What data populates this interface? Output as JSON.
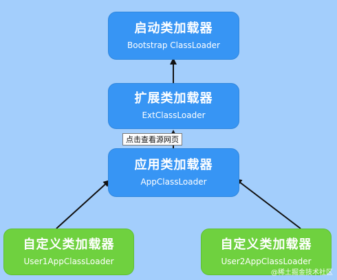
{
  "nodes": {
    "bootstrap": {
      "title": "启动类加载器",
      "subtitle": "Bootstrap ClassLoader",
      "color": "#3795f4"
    },
    "ext": {
      "title": "扩展类加载器",
      "subtitle": "ExtClassLoader",
      "color": "#3795f4"
    },
    "app": {
      "title": "应用类加载器",
      "subtitle": "AppClassLoader",
      "color": "#3795f4"
    },
    "user1": {
      "title": "自定义类加载器",
      "subtitle": "User1AppClassLoader",
      "color": "#6fd13f"
    },
    "user2": {
      "title": "自定义类加载器",
      "subtitle": "User2AppClassLoader",
      "color": "#6fd13f"
    }
  },
  "tooltip": {
    "text": "点击查看源网页"
  },
  "watermark": {
    "text": "@稀土掘金技术社区"
  },
  "edges": [
    {
      "from": "ext",
      "to": "bootstrap"
    },
    {
      "from": "app",
      "to": "ext"
    },
    {
      "from": "user1",
      "to": "app"
    },
    {
      "from": "user2",
      "to": "app"
    }
  ],
  "colors": {
    "background": "#a3cefc",
    "arrow": "#111111"
  }
}
